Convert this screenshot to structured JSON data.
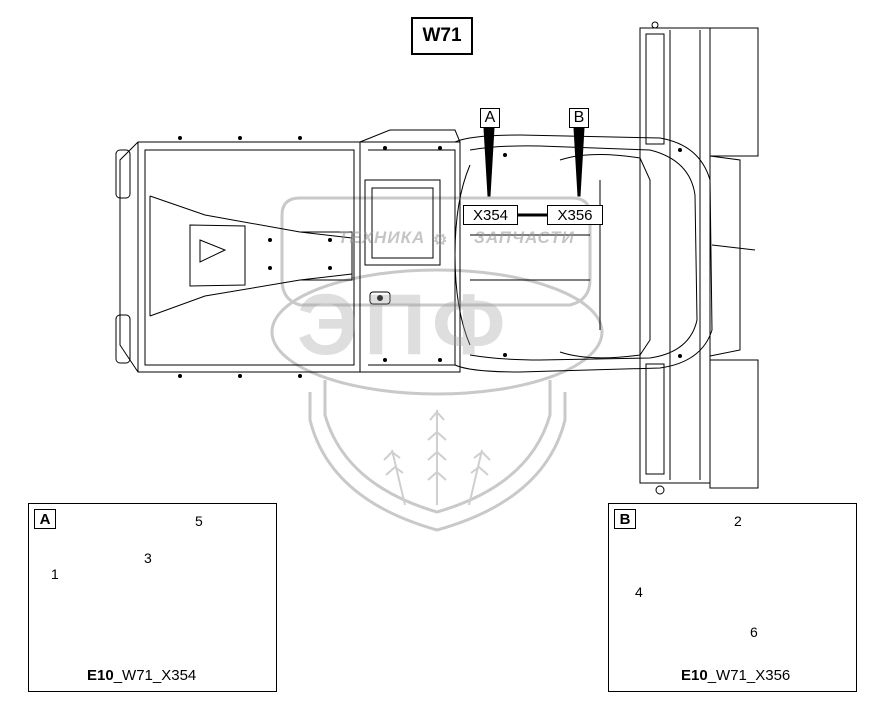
{
  "harness_title": "W71",
  "callouts": {
    "a": "A",
    "b": "B"
  },
  "connectors": {
    "left": "X354",
    "right": "X356"
  },
  "watermark": {
    "left": "ТЕХНИКА",
    "right": "ЗАПЧАСТИ",
    "logo": "ЭПФ"
  },
  "detail_a": {
    "tag": "A",
    "parts": [
      {
        "num": "1"
      },
      {
        "num": "3"
      },
      {
        "num": "5"
      }
    ],
    "caption_bold": "E10",
    "caption_rest": "_W71_X354"
  },
  "detail_b": {
    "tag": "B",
    "parts": [
      {
        "num": "2"
      },
      {
        "num": "4"
      },
      {
        "num": "6"
      }
    ],
    "caption_bold": "E10",
    "caption_rest": "_W71_X356"
  },
  "colors": {
    "line": "#000000",
    "watermark": "#9a9a9a"
  }
}
